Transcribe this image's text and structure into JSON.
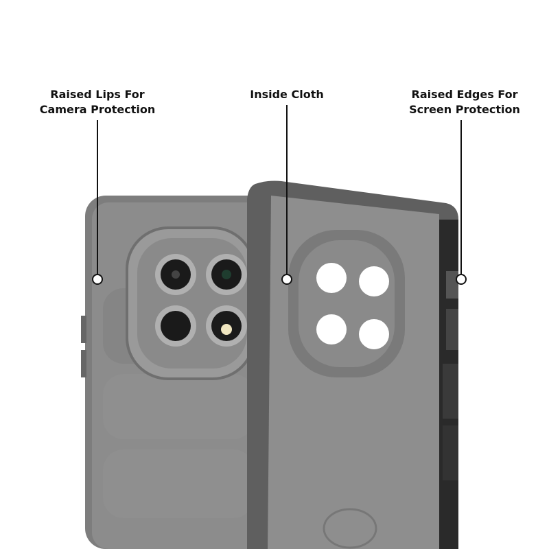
{
  "callouts": [
    {
      "line1": "Raised Lips For",
      "line2": "Camera Protection"
    },
    {
      "line1": "Inside Cloth"
    },
    {
      "line1": "Raised Edges For",
      "line2": "Screen Protection"
    }
  ],
  "colors": {
    "case": "#8a8a8a",
    "case_dark": "#5e5e5e",
    "lens": "#1a1a1a",
    "background": "#ffffff"
  }
}
